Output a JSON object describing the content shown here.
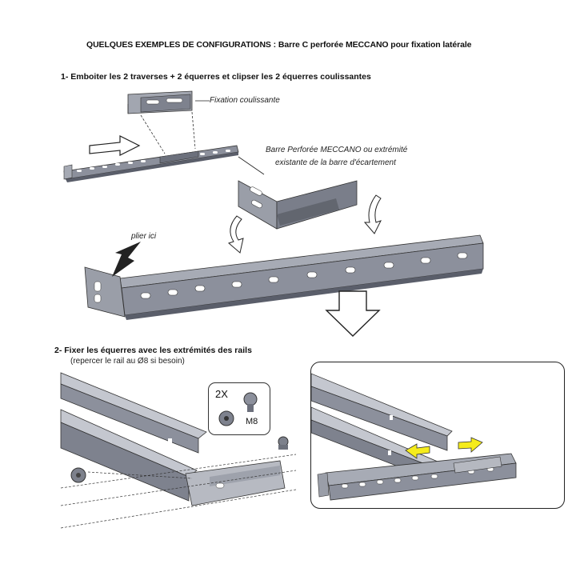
{
  "title": "QUELQUES EXEMPLES DE CONFIGURATIONS : Barre C perforée MECCANO pour fixation latérale",
  "step1": "1- Emboiter les 2 traverses + 2 équerres et clipser les 2 équerres coulissantes",
  "labels": {
    "fixation": "Fixation coulissante",
    "barre_line1": "Barre Perforée MECCANO ou extrémité",
    "barre_line2": "existante de la barre d'écartement",
    "plier": "plier ici"
  },
  "step2": "2- Fixer les équerres avec les extrémités des rails",
  "step2_note": "(repercer le rail au Ø8 si besoin)",
  "callout": {
    "qty": "2X",
    "size": "M8"
  },
  "colors": {
    "metal": "#8c909c",
    "metal_dark": "#5a5e6a",
    "metal_light": "#c4c7cf",
    "arrow_yellow": "#f5ec1c"
  }
}
